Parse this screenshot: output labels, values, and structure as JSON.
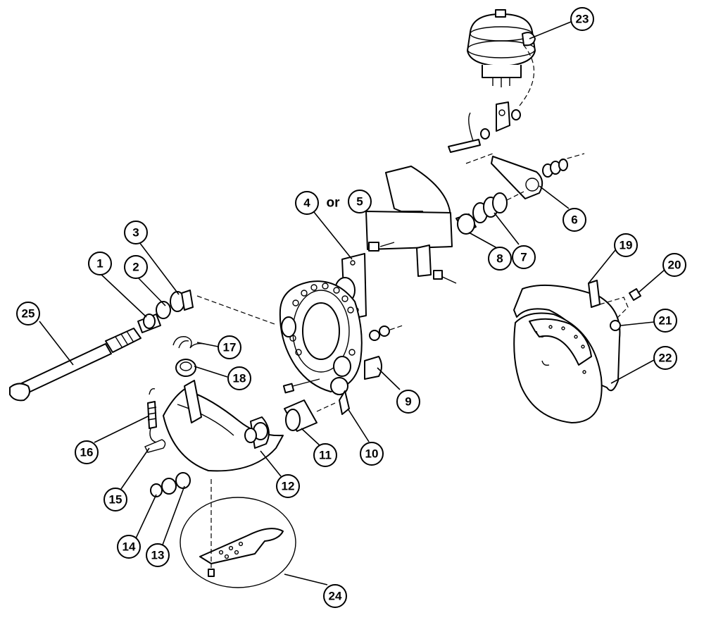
{
  "callouts": [
    {
      "id": "c1",
      "label": "1"
    },
    {
      "id": "c2",
      "label": "2"
    },
    {
      "id": "c3",
      "label": "3"
    },
    {
      "id": "c4",
      "label": "4"
    },
    {
      "id": "c5",
      "label": "5"
    },
    {
      "id": "c6",
      "label": "6"
    },
    {
      "id": "c7",
      "label": "7"
    },
    {
      "id": "c8",
      "label": "8"
    },
    {
      "id": "c9",
      "label": "9"
    },
    {
      "id": "c10",
      "label": "10"
    },
    {
      "id": "c11",
      "label": "11"
    },
    {
      "id": "c12",
      "label": "12"
    },
    {
      "id": "c13",
      "label": "13"
    },
    {
      "id": "c14",
      "label": "14"
    },
    {
      "id": "c15",
      "label": "15"
    },
    {
      "id": "c16",
      "label": "16"
    },
    {
      "id": "c17",
      "label": "17"
    },
    {
      "id": "c18",
      "label": "18"
    },
    {
      "id": "c19",
      "label": "19"
    },
    {
      "id": "c20",
      "label": "20"
    },
    {
      "id": "c21",
      "label": "21"
    },
    {
      "id": "c22",
      "label": "22"
    },
    {
      "id": "c23",
      "label": "23"
    },
    {
      "id": "c24",
      "label": "24"
    },
    {
      "id": "c25",
      "label": "25"
    }
  ],
  "connector_text": "or"
}
